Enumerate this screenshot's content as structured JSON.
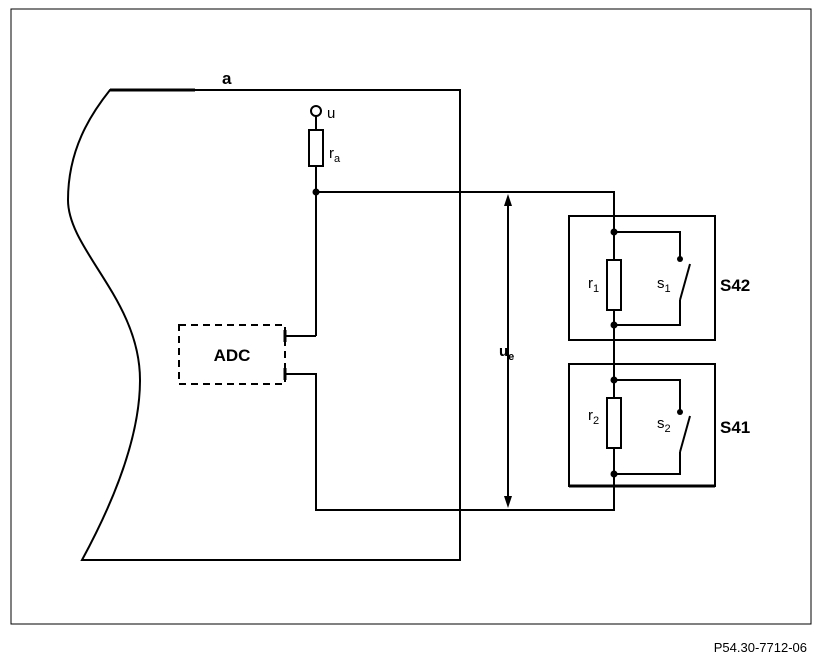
{
  "figure": {
    "labels": {
      "housing": "a",
      "supply": "u",
      "series_resistor_base": "r",
      "series_resistor_sub": "a",
      "converter": "ADC",
      "voltage_base": "u",
      "voltage_sub": "e",
      "r1_base": "r",
      "r1_sub": "1",
      "s1_base": "s",
      "s1_sub": "1",
      "module_top": "S42",
      "r2_base": "r",
      "r2_sub": "2",
      "s2_base": "s",
      "s2_sub": "2",
      "module_bottom": "S41"
    },
    "reference": "P54.30-7712-06"
  }
}
